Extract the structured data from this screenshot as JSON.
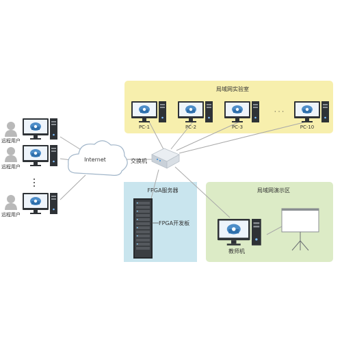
{
  "lab_zone": {
    "title": "局域网实验室",
    "pcs": [
      "PC-1",
      "PC-2",
      "PC-3",
      "PC-10"
    ],
    "ellipsis": "· · ·"
  },
  "remote": {
    "users": [
      "远程用户",
      "远程用户",
      "远程用户"
    ],
    "ellipsis": "·"
  },
  "internet": {
    "label": "Internet"
  },
  "switch": {
    "label": "交换机"
  },
  "fpga_zone": {
    "title": "FPGA服务器",
    "board_label": "FPGA开发板"
  },
  "demo_zone": {
    "title": "局域网演示区",
    "teacher_label": "教师机"
  },
  "colors": {
    "lab_bg": "#f7efad",
    "fpga_bg": "#c9e5ee",
    "demo_bg": "#dcebc6",
    "line": "#a9a9a9",
    "screen_blue": "#4d8dc8",
    "monitor_dark": "#2e3236"
  },
  "icons": [
    "user-icon",
    "cloud-icon",
    "computer-icon",
    "switch-icon",
    "server-rack-icon",
    "projector-screen-icon"
  ]
}
